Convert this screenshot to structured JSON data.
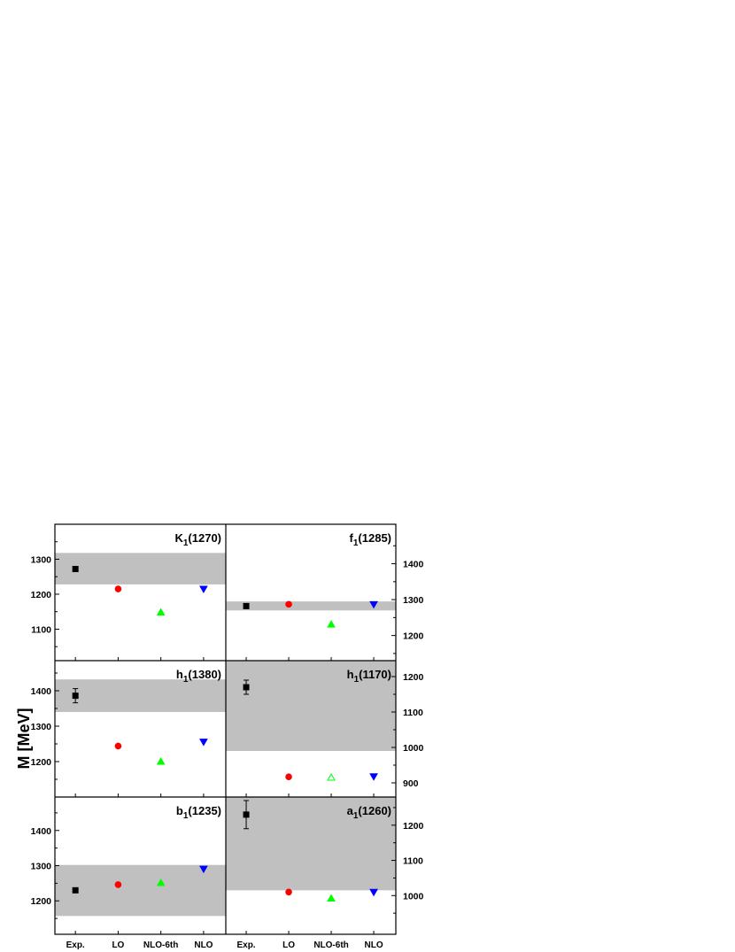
{
  "chart_data": {
    "type": "scatter",
    "ylabel": "M [MeV]",
    "categories": [
      "Exp.",
      "LO",
      "NLO-6th",
      "NLO"
    ],
    "marker_styles": [
      {
        "category": "Exp.",
        "marker": "square",
        "color": "#000000"
      },
      {
        "category": "LO",
        "marker": "circle",
        "color": "#ff0000"
      },
      {
        "category": "NLO-6th",
        "marker": "triangle-up",
        "color": "#00ff00"
      },
      {
        "category": "NLO",
        "marker": "triangle-down",
        "color": "#0000ff"
      }
    ],
    "panels": [
      {
        "title": "K",
        "sub": "1",
        "title_suffix": "(1270)",
        "grid_pos": "top-left",
        "axis_side": "left",
        "ylim": [
          1010,
          1400
        ],
        "yticks": [
          1100,
          1200,
          1300
        ],
        "band": [
          1228,
          1318
        ],
        "points": [
          {
            "category": "Exp.",
            "y": 1272,
            "err": null
          },
          {
            "category": "LO",
            "y": 1215
          },
          {
            "category": "NLO-6th",
            "y": 1148
          },
          {
            "category": "NLO",
            "y": 1215
          }
        ]
      },
      {
        "title": "f",
        "sub": "1",
        "title_suffix": "(1285)",
        "grid_pos": "top-right",
        "axis_side": "right",
        "ylim": [
          1130,
          1510
        ],
        "yticks": [
          1200,
          1300,
          1400
        ],
        "band": [
          1270,
          1295
        ],
        "points": [
          {
            "category": "Exp.",
            "y": 1282
          },
          {
            "category": "LO",
            "y": 1287
          },
          {
            "category": "NLO-6th",
            "y": 1231
          },
          {
            "category": "NLO",
            "y": 1287
          }
        ]
      },
      {
        "title": "h",
        "sub": "1",
        "title_suffix": "(1380)",
        "grid_pos": "middle-left",
        "axis_side": "left",
        "ylim": [
          1100,
          1485
        ],
        "yticks": [
          1200,
          1300,
          1400
        ],
        "band": [
          1340,
          1432
        ],
        "points": [
          {
            "category": "Exp.",
            "y": 1386,
            "err": 20
          },
          {
            "category": "LO",
            "y": 1244
          },
          {
            "category": "NLO-6th",
            "y": 1200
          },
          {
            "category": "NLO",
            "y": 1256
          }
        ]
      },
      {
        "title": "h",
        "sub": "1",
        "title_suffix": "(1170)",
        "grid_pos": "middle-right",
        "axis_side": "right",
        "ylim": [
          860,
          1245
        ],
        "yticks": [
          900,
          1000,
          1100,
          1200
        ],
        "band": [
          990,
          1245
        ],
        "points": [
          {
            "category": "Exp.",
            "y": 1170,
            "err": 20
          },
          {
            "category": "LO",
            "y": 917
          },
          {
            "category": "NLO-6th",
            "y": 915,
            "hollow": true
          },
          {
            "category": "NLO",
            "y": 918
          }
        ]
      },
      {
        "title": "b",
        "sub": "1",
        "title_suffix": "(1235)",
        "grid_pos": "bottom-left",
        "axis_side": "left",
        "ylim": [
          1105,
          1495
        ],
        "yticks": [
          1200,
          1300,
          1400
        ],
        "band": [
          1157,
          1302
        ],
        "points": [
          {
            "category": "Exp.",
            "y": 1230
          },
          {
            "category": "LO",
            "y": 1246
          },
          {
            "category": "NLO-6th",
            "y": 1251
          },
          {
            "category": "NLO",
            "y": 1291
          }
        ]
      },
      {
        "title": "a",
        "sub": "1",
        "title_suffix": "(1260)",
        "grid_pos": "bottom-right",
        "axis_side": "right",
        "ylim": [
          890,
          1280
        ],
        "yticks": [
          1000,
          1100,
          1200
        ],
        "band": [
          1015,
          1280
        ],
        "points": [
          {
            "category": "Exp.",
            "y": 1230,
            "err": 40
          },
          {
            "category": "LO",
            "y": 1010
          },
          {
            "category": "NLO-6th",
            "y": 992
          },
          {
            "category": "NLO",
            "y": 1010
          }
        ]
      }
    ]
  }
}
